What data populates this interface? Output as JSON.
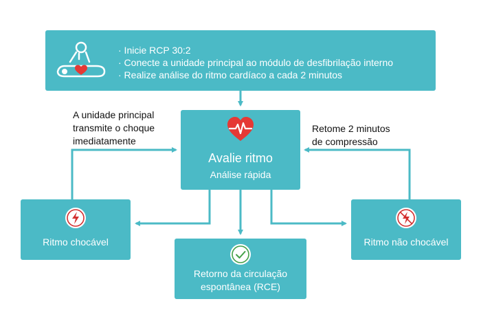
{
  "colors": {
    "box": "#4bbac6",
    "arrow": "#4bbac6",
    "heart": "#e53935",
    "danger": "#d32f2f",
    "success": "#43a047",
    "text_dark": "#111111"
  },
  "top": {
    "icon": "cpr-person-icon",
    "lines": [
      "· Inicie RCP 30:2",
      "· Conecte a unidade principal ao módulo de desfibrilação interno",
      "· Realize análise do ritmo cardíaco a cada 2 minutos"
    ]
  },
  "center": {
    "icon": "heart-pulse-icon",
    "title": "Avalie ritmo",
    "subtitle": "Análise rápida"
  },
  "left_note": [
    "A unidade principal",
    "transmite o choque",
    "imediatamente"
  ],
  "right_note": [
    "Retome 2 minutos",
    "de compressão"
  ],
  "shockable": {
    "icon": "lightning-icon",
    "label": "Ritmo chocável"
  },
  "non_shockable": {
    "icon": "no-shock-icon",
    "label": "Ritmo não chocável"
  },
  "rosc": {
    "icon": "check-icon",
    "label_lines": [
      "Retorno da circulação",
      "espontânea (RCE)"
    ]
  }
}
